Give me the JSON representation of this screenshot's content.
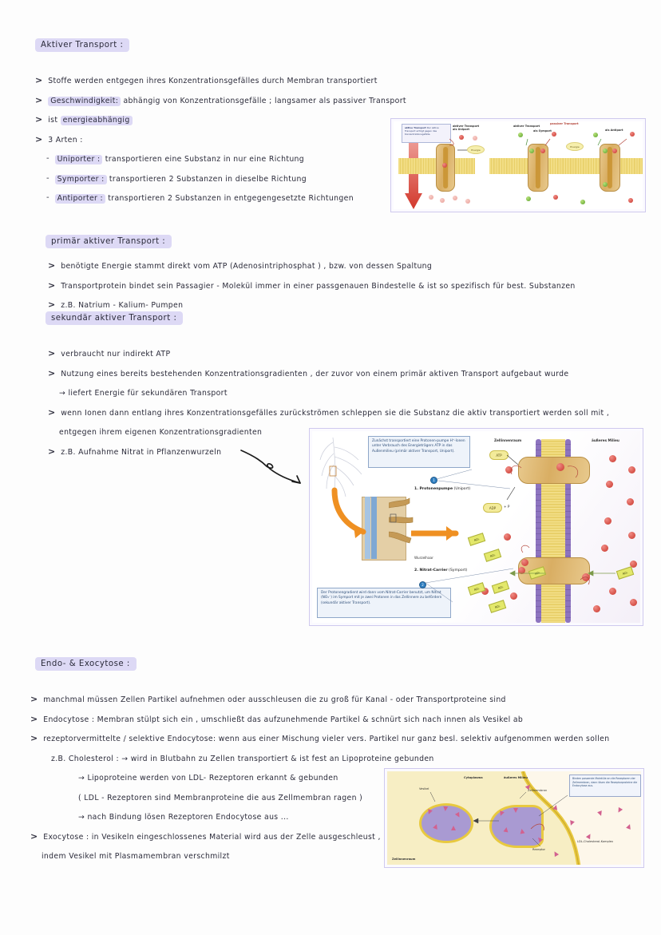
{
  "sections": {
    "s1": {
      "heading": "Aktiver Transport :",
      "bullets": [
        {
          "marker": ">",
          "parts": [
            {
              "t": "Stoffe werden entgegen ihres Konzentrationsgefälles durch  Membran transportiert"
            }
          ]
        },
        {
          "marker": ">",
          "parts": [
            {
              "t": "Geschwindigkeit:",
              "hl": true
            },
            {
              "t": " abhängig von Konzentrationsgefälle ; langsamer als passiver Transport"
            }
          ]
        },
        {
          "marker": ">",
          "parts": [
            {
              "t": "ist "
            },
            {
              "t": "energieabhängig",
              "hl": true
            }
          ]
        },
        {
          "marker": ">",
          "parts": [
            {
              "t": "3 Arten :"
            }
          ]
        },
        {
          "marker": "-",
          "indent": true,
          "parts": [
            {
              "t": "Uniporter :",
              "hl": true
            },
            {
              "t": " transportieren eine Substanz in nur eine Richtung"
            }
          ]
        },
        {
          "marker": "-",
          "indent": true,
          "parts": [
            {
              "t": "Symporter :",
              "hl": true
            },
            {
              "t": " transportieren   2   Substanzen in dieselbe Richtung"
            }
          ]
        },
        {
          "marker": "-",
          "indent": true,
          "parts": [
            {
              "t": "Antiporter :",
              "hl": true
            },
            {
              "t": " transportieren  2 Substanzen  in entgegengesetzte Richtungen"
            }
          ]
        }
      ]
    },
    "s2": {
      "heading": "primär aktiver Transport :",
      "bullets": [
        {
          "marker": ">",
          "parts": [
            {
              "t": "benötigte Energie stammt direkt vom ATP (Adenosintriphosphat ) , bzw. von dessen Spaltung"
            }
          ]
        },
        {
          "marker": ">",
          "parts": [
            {
              "t": "Transportprotein bindet sein Passagier - Molekül immer in einer passgenauen Bindestelle  &  ist so  spezifisch für best. Substanzen"
            }
          ]
        },
        {
          "marker": ">",
          "parts": [
            {
              "t": "z.B. Natrium - Kalium- Pumpen"
            }
          ]
        }
      ]
    },
    "s3": {
      "heading": "sekundär aktiver Transport :",
      "bullets": [
        {
          "marker": ">",
          "parts": [
            {
              "t": "verbraucht nur indirekt ATP"
            }
          ]
        },
        {
          "marker": ">",
          "parts": [
            {
              "t": "Nutzung eines bereits bestehenden Konzentrationsgradienten , der zuvor von einem primär aktiven Transport aufgebaut wurde"
            }
          ]
        },
        {
          "marker": "",
          "indent": true,
          "parts": [
            {
              "t": "→ liefert Energie für sekundären Transport"
            }
          ]
        },
        {
          "marker": ">",
          "parts": [
            {
              "t": "wenn Ionen dann entlang ihres Konzentrationsgefälles zurückströmen  schleppen sie  die Substanz die  aktiv transportiert werden soll mit ,"
            }
          ]
        },
        {
          "marker": "",
          "indent": true,
          "parts": [
            {
              "t": "entgegen ihrem eigenen  Konzentrationsgradienten"
            }
          ]
        },
        {
          "marker": ">",
          "parts": [
            {
              "t": "z.B. Aufnahme  Nitrat  in Pflanzenwurzeln"
            }
          ]
        }
      ]
    },
    "s4": {
      "heading": "Endo- & Exocytose :",
      "bullets": [
        {
          "marker": ">",
          "parts": [
            {
              "t": "manchmal müssen  Zellen  Partikel  aufnehmen oder ausschleusen  die zu groß  für  Kanal - oder  Transportproteine sind"
            }
          ]
        },
        {
          "marker": ">",
          "parts": [
            {
              "t": "Endocytose : Membran stülpt sich ein , umschließt  das aufzunehmende Partikel  &  schnürt sich  nach innen  als Vesikel ab"
            }
          ]
        },
        {
          "marker": ">",
          "parts": [
            {
              "t": "rezeptorvermittelte / selektive Endocytose:  wenn aus einer Mischung vieler vers. Partikel  nur ganz besl. selektiv aufgenommen  werden sollen"
            }
          ]
        },
        {
          "marker": "",
          "indent2": true,
          "parts": [
            {
              "t": "z.B. Cholesterol :   → wird in Blutbahn zu Zellen transportiert  &  ist fest an  Lipoproteine gebunden"
            }
          ]
        },
        {
          "marker": "",
          "indent3": true,
          "parts": [
            {
              "t": "→  Lipoproteine  werden  von  LDL- Rezeptoren erkannt & gebunden"
            }
          ]
        },
        {
          "marker": "",
          "indent3": true,
          "parts": [
            {
              "t": "( LDL - Rezeptoren  sind  Membranproteine  die aus  Zellmembran ragen )"
            }
          ]
        },
        {
          "marker": "",
          "indent3": true,
          "parts": [
            {
              "t": "→ nach Bindung lösen  Rezeptoren  Endocytose aus ..."
            }
          ]
        },
        {
          "marker": ">",
          "parts": [
            {
              "t": "Exocytose :   in Vesikeln eingeschlossenes Material  wird aus der Zelle  ausgeschleust ,"
            }
          ]
        },
        {
          "marker": "",
          "indent": true,
          "parts": [
            {
              "t": "indem Vesikel mit  Plasmamembran  verschmilzt"
            }
          ]
        }
      ]
    }
  },
  "figure1": {
    "callout": "Der aktive Transport erfolgt gegen das Konzentrationsgefälle.",
    "callout_bold": "aktive Transport",
    "label_left": "aktiver Transport\nals Uniport",
    "label_mid_top": "passiver Transport",
    "label_symport": "als Symport",
    "label_antiport": "als Antiport",
    "label_mid": "aktiver Transport",
    "energy": "Energie"
  },
  "figure2": {
    "box_top": "Zunächst transportiert eine Protonen-pumpe H⁺-Ionen unter Verbrauch des Energieträgers ATP in das Außenmilieu (primär aktiver Transport, Uniport).",
    "box_bottom": "Der Protonengradient wird dann vom Nitrat-Carrier benutzt, um Nitrat (NO₃⁻) im Symport mit je zwei Protonen in das Zellinnere zu befördern (sekundär aktiver Transport).",
    "caption1_num": "1. Protonenpumpe",
    "caption1_rest": " (Uniport)",
    "caption2_num": "2. Nitrat-Carrier",
    "caption2_rest": " (Symport)",
    "label_inner": "Zellinnenraum",
    "label_outer": "äußeres Milieu",
    "label_root": "Wurzelhaar",
    "atp": "ATP",
    "adp": "ADP",
    "phosphate": "+ P",
    "proton": "H",
    "nitrate": "NO₃",
    "dot1": "1",
    "dot2": "2"
  },
  "figure3": {
    "box": "Binden passende Moleküle an die Rezeptoren der Zellmembran, dann lösen die Rezeptorproteine die Endocytose aus.",
    "label_vesikel": "Vesikel",
    "label_cyto": "Cytoplasma",
    "label_outer": "äußeres Milieu",
    "label_membrane": "Zellmembran",
    "label_receptor": "Rezeptor",
    "label_complex": "LDL-Cholesterol-Komplex",
    "label_inner": "Zellinnenraum"
  },
  "colors": {
    "highlight": "#ddd9f5",
    "ink": "#2b2b3a",
    "membrane_head": "#8d74bf",
    "membrane_tail": "#eed47a",
    "protein": "#d9ae63",
    "ion_red": "#c9362c",
    "ion_green": "#5ba12c",
    "nitrate": "#e3e86b",
    "frame": "#cfc9ee"
  }
}
